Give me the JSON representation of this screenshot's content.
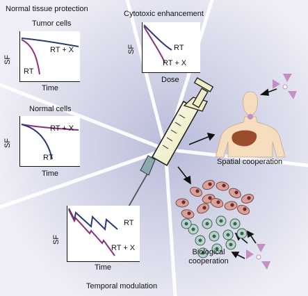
{
  "sections": {
    "normal_tissue_protection": "Normal tissue protection",
    "cytotoxic_enhancement": "Cytotoxic enhancement",
    "spatial_cooperation": "Spatial cooperation",
    "biological_cooperation_line1": "Biological",
    "biological_cooperation_line2": "cooperation",
    "temporal_modulation": "Temporal modulation"
  },
  "plots": {
    "tumor": {
      "title": "Tumor cells",
      "y_label": "SF",
      "x_label": "Time",
      "curve_upper": "RT + X",
      "curve_lower": "RT"
    },
    "normal": {
      "title": "Normal cells",
      "y_label": "SF",
      "x_label": "Time",
      "curve_upper": "RT + X",
      "curve_lower": "RT"
    },
    "cytotoxic": {
      "y_label": "SF",
      "x_label": "Dose",
      "curve_upper": "RT",
      "curve_lower": "RT + X"
    },
    "temporal": {
      "y_label": "SF",
      "x_label": "Time",
      "curve_upper": "RT",
      "curve_lower": "RT + X"
    }
  },
  "colors": {
    "background_center": "#b9bcd9",
    "background_edge": "#eeeef6",
    "curve_blue": "#2b3a73",
    "curve_purple": "#8a2e7d",
    "radiation_symbol": "#c48fc4",
    "skin": "#f6ddbe",
    "organ": "#9b4d2d",
    "cell_pink": "#d9a19a",
    "cell_green": "#b9d5c9"
  }
}
